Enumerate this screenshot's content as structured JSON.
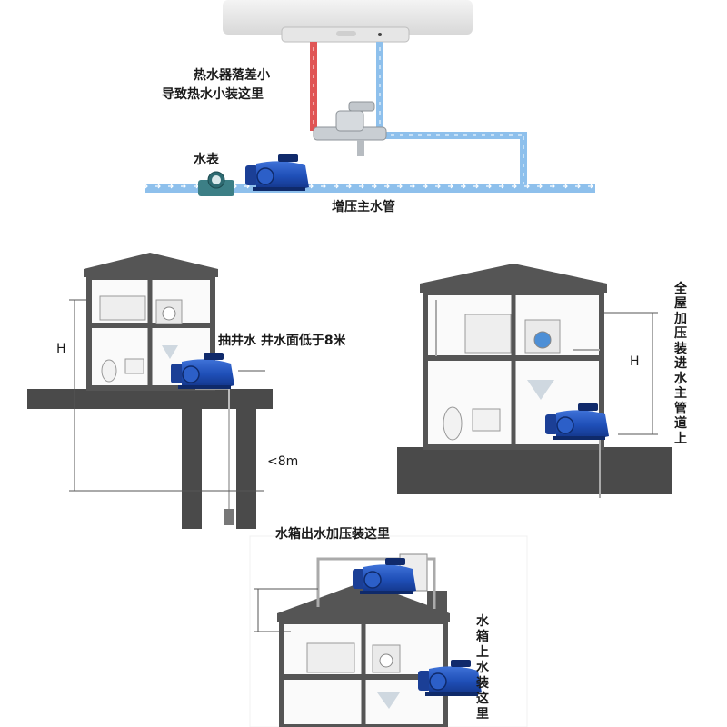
{
  "panel1": {
    "label_heater_line1": "热水器落差小",
    "label_heater_line2": "导致热水小装这里",
    "label_meter": "水表",
    "label_main_pipe": "增压主水管"
  },
  "panel2": {
    "label_h": "H",
    "label_well": "抽井水  井水面低于8米",
    "label_depth": "<8m"
  },
  "panel3": {
    "label_h": "H",
    "label_vertical": [
      "全",
      "屋",
      "加",
      "压",
      "装",
      "进",
      "水",
      "主",
      "管",
      "道",
      "上"
    ]
  },
  "panel4": {
    "label_tank_out": "水箱出水加压装这里",
    "label_vertical": [
      "水",
      "箱",
      "上",
      "水",
      "装",
      "这",
      "里"
    ]
  },
  "colors": {
    "hot_pipe": "#e05555",
    "cold_pipe": "#6aa6e0",
    "pump_blue": "#1f4fb8",
    "ground": "#4a4a4a",
    "wall": "#555555"
  }
}
